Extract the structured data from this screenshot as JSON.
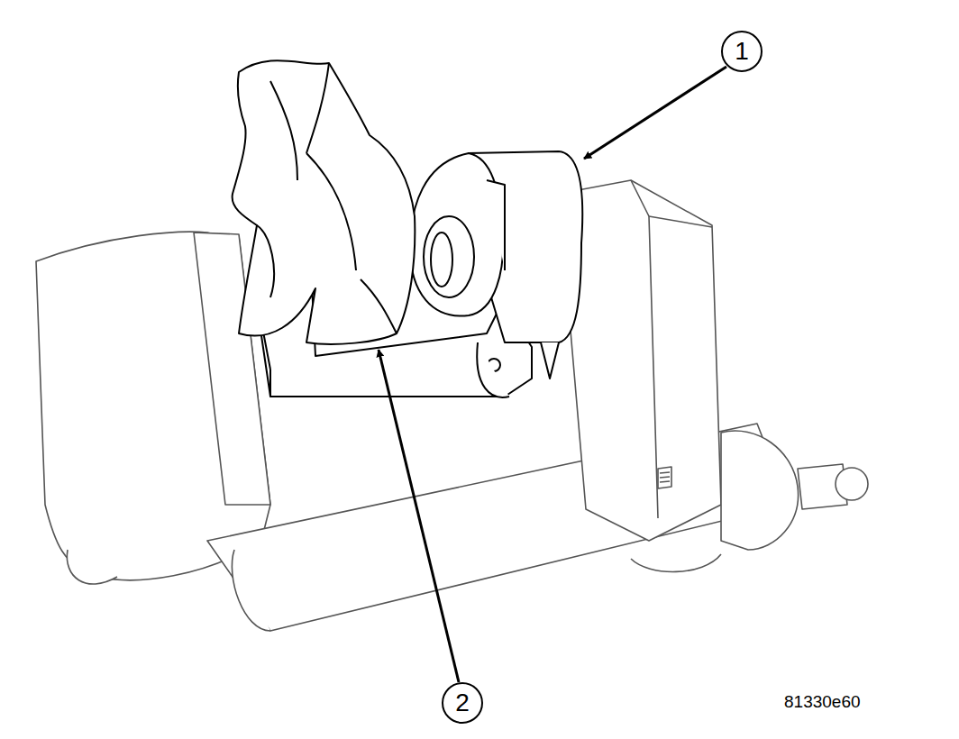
{
  "diagram": {
    "labels": [
      "1",
      "2",
      "81330e60"
    ]
  }
}
